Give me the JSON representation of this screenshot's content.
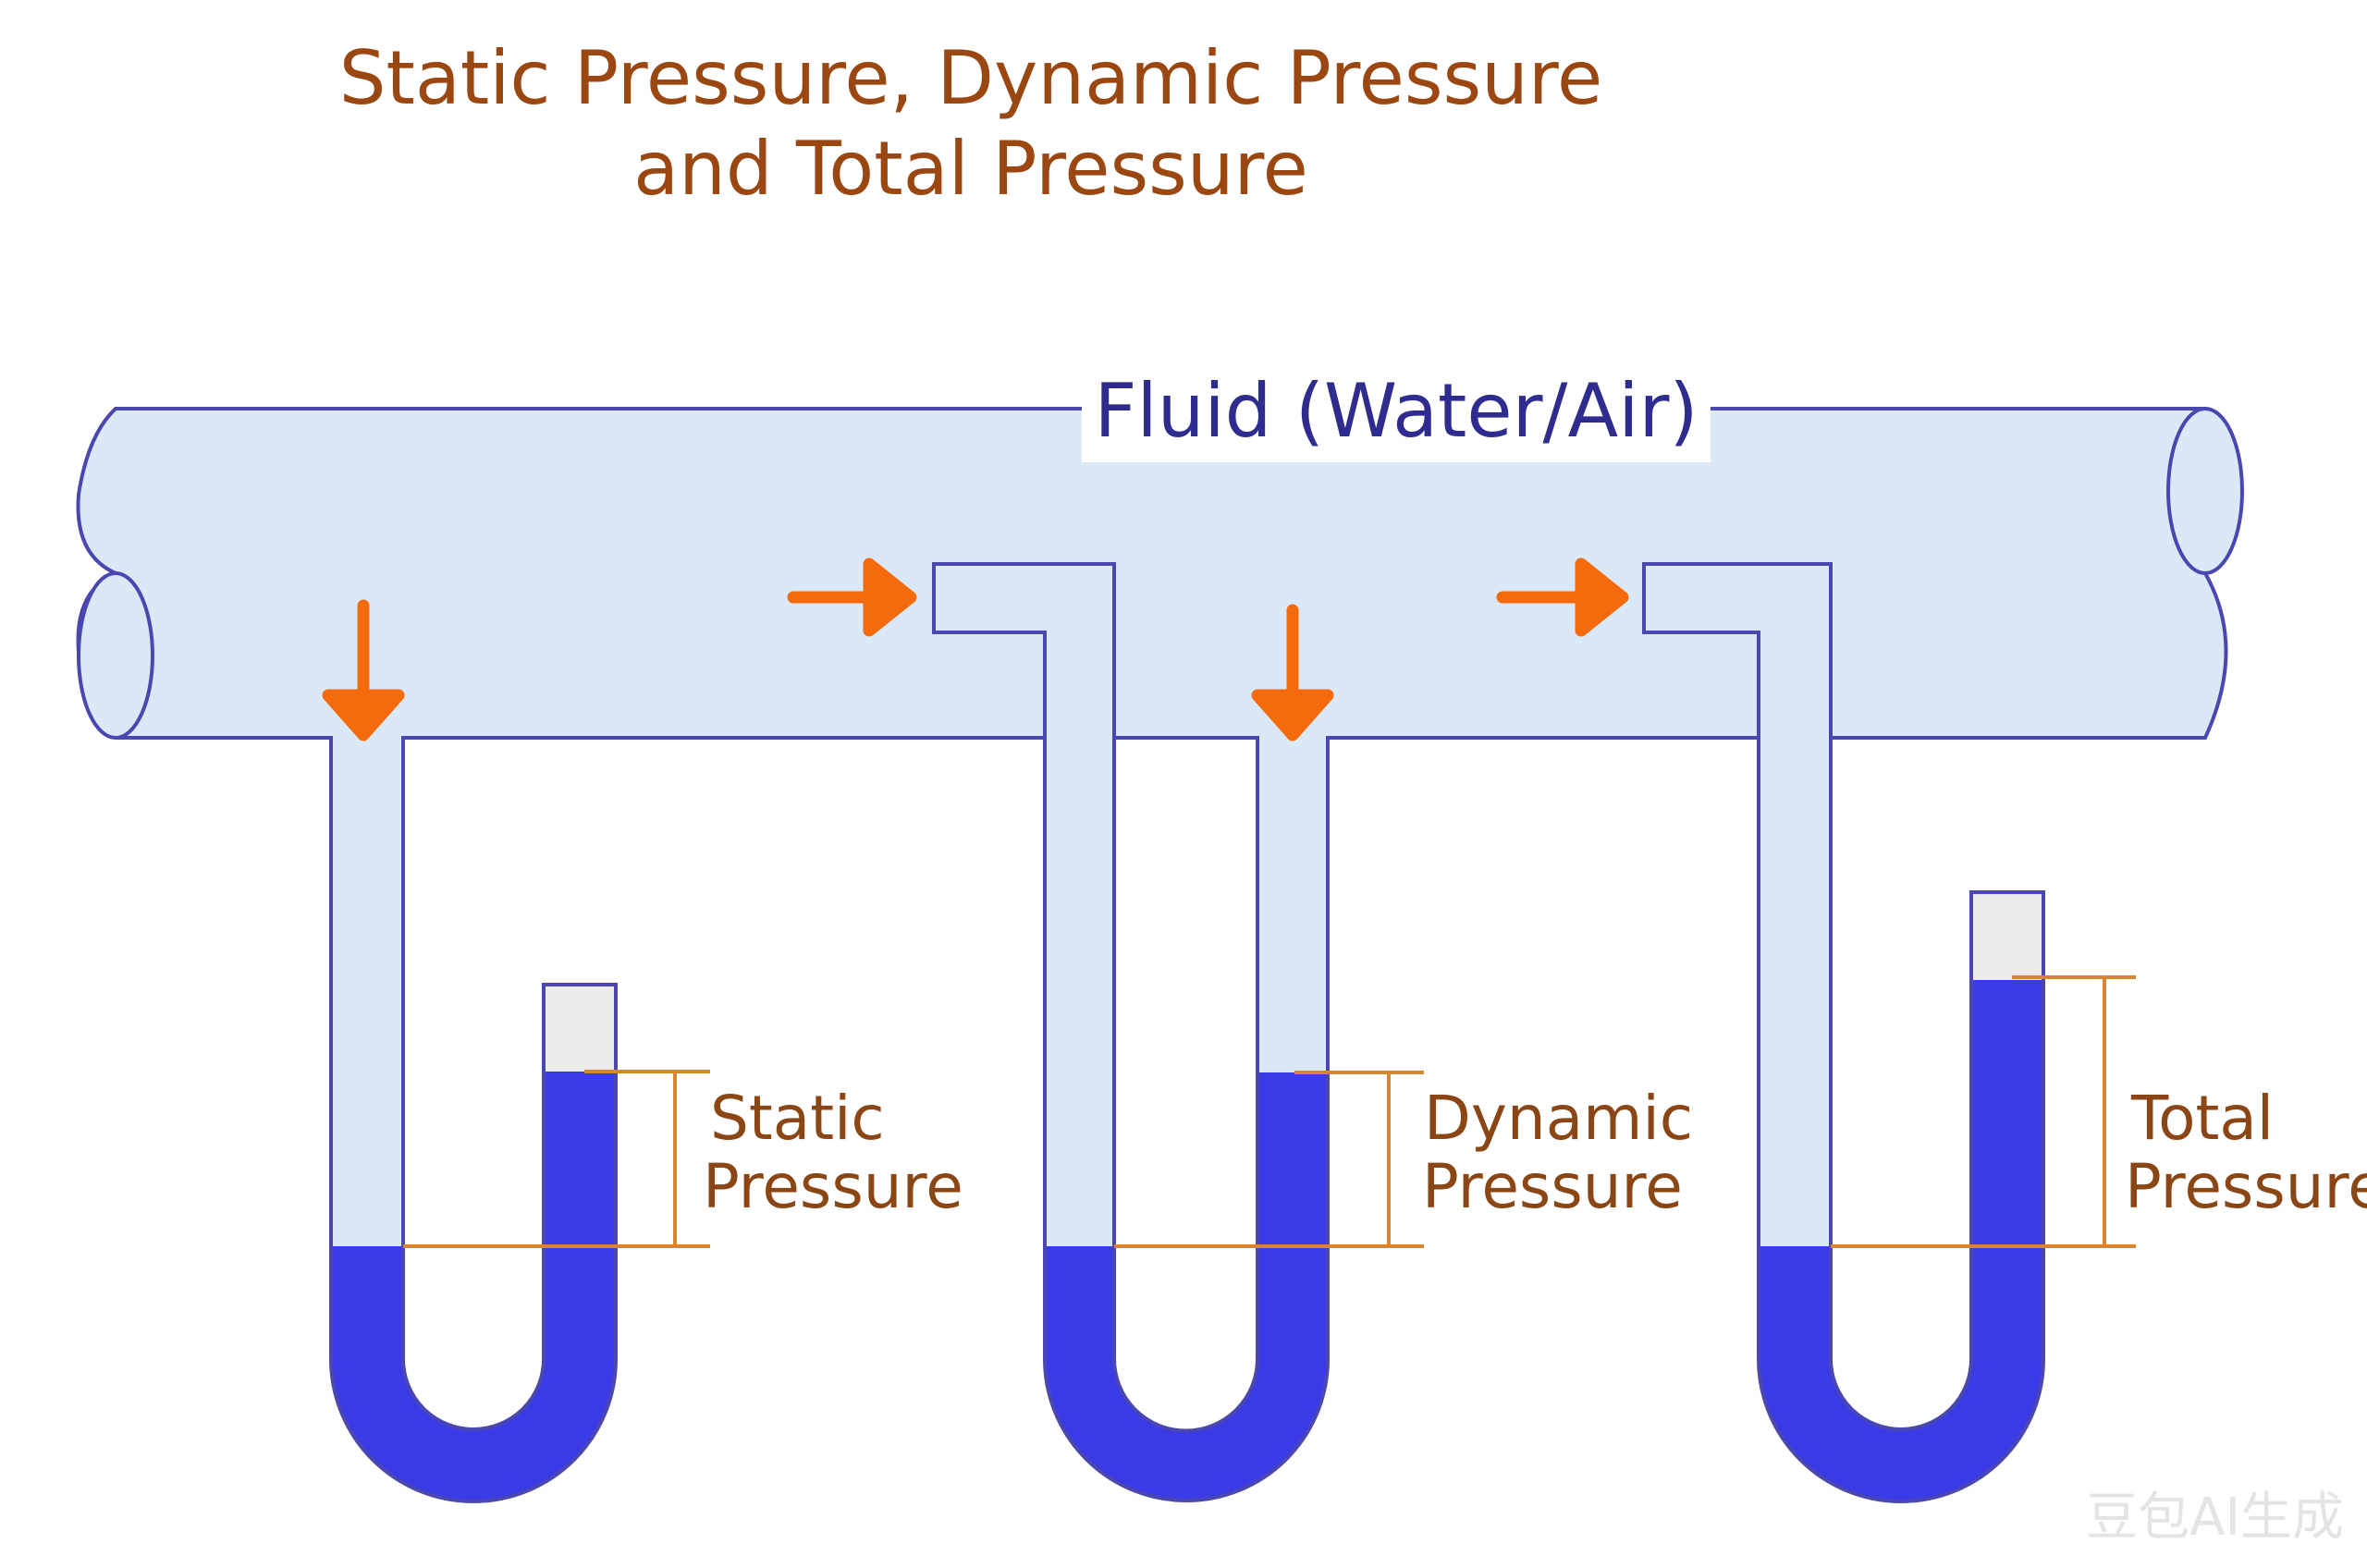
{
  "title": {
    "line1": "Static Pressure, Dynamic Pressure",
    "line2": "and Total Pressure"
  },
  "pipe": {
    "label": "Fluid (Water/Air)"
  },
  "gauges": [
    {
      "label_line1": "Static",
      "label_line2": "Pressure",
      "kind": "static"
    },
    {
      "label_line1": "Dynamic",
      "label_line2": "Pressure",
      "kind": "dynamic"
    },
    {
      "label_line1": "Total",
      "label_line2": "Pressure",
      "kind": "total"
    }
  ],
  "icons": {
    "flow_arrows": [
      "arrow-right-icon",
      "arrow-right-icon"
    ],
    "pressure_arrows": [
      "arrow-down-icon",
      "arrow-down-icon"
    ]
  },
  "watermark": "豆包AI生成",
  "colors": {
    "pipe_fill": "#dbe9f7",
    "outline": "#4a48b0",
    "liquid": "#3a3ae6",
    "arrow": "#f46a0c",
    "bracket": "#d98432",
    "title": "#9a4712",
    "fluid_label": "#2e2c8f"
  }
}
